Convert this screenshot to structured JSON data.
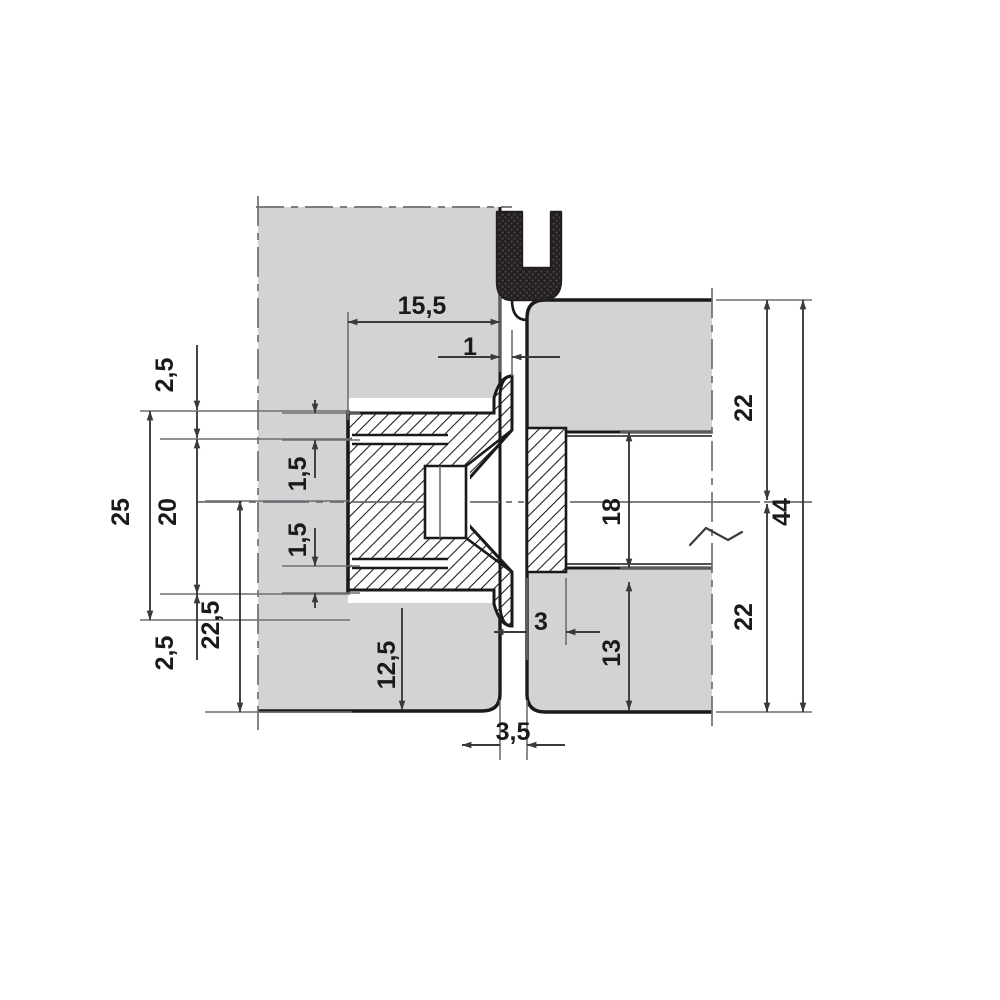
{
  "drawing": {
    "title": "Door hinge / mortise lock cross-section detail",
    "type": "technical-cross-section",
    "units": "mm",
    "background_color": "#ffffff",
    "body_fill": "#d2d3d5",
    "line_color": "#1a1a1a",
    "dim_line_color": "#58595b",
    "seal_color": "#231f20",
    "hatch_color": "#1a1a1a"
  },
  "dimensions": {
    "left_stack": [
      {
        "id": "dim-2-5-top",
        "value": "2,5",
        "orientation": "vertical"
      },
      {
        "id": "dim-25",
        "value": "25",
        "orientation": "vertical"
      },
      {
        "id": "dim-20",
        "value": "20",
        "orientation": "vertical"
      },
      {
        "id": "dim-22-5",
        "value": "22,5",
        "orientation": "vertical"
      },
      {
        "id": "dim-2-5-bottom",
        "value": "2,5",
        "orientation": "vertical"
      }
    ],
    "inner_left": [
      {
        "id": "dim-1-5-upper",
        "value": "1,5",
        "orientation": "vertical"
      },
      {
        "id": "dim-1-5-lower",
        "value": "1,5",
        "orientation": "vertical"
      }
    ],
    "horizontal_top": [
      {
        "id": "dim-15-5",
        "value": "15,5",
        "orientation": "horizontal"
      },
      {
        "id": "dim-1",
        "value": "1",
        "orientation": "horizontal"
      }
    ],
    "center": [
      {
        "id": "dim-12-5",
        "value": "12,5",
        "orientation": "vertical"
      },
      {
        "id": "dim-3",
        "value": "3",
        "orientation": "horizontal"
      },
      {
        "id": "dim-3-5",
        "value": "3,5",
        "orientation": "horizontal"
      },
      {
        "id": "dim-13",
        "value": "13",
        "orientation": "vertical"
      },
      {
        "id": "dim-18",
        "value": "18",
        "orientation": "vertical"
      }
    ],
    "right_stack": [
      {
        "id": "dim-22-upper",
        "value": "22",
        "orientation": "vertical"
      },
      {
        "id": "dim-22-lower",
        "value": "22",
        "orientation": "vertical"
      },
      {
        "id": "dim-44",
        "value": "44",
        "orientation": "vertical"
      }
    ]
  },
  "labels": {
    "d_2_5_top": "2,5",
    "d_25": "25",
    "d_20": "20",
    "d_22_5": "22,5",
    "d_2_5_bottom": "2,5",
    "d_1_5_upper": "1,5",
    "d_1_5_lower": "1,5",
    "d_15_5": "15,5",
    "d_1": "1",
    "d_12_5": "12,5",
    "d_3": "3",
    "d_3_5": "3,5",
    "d_13": "13",
    "d_18": "18",
    "d_22_upper": "22",
    "d_22_lower": "22",
    "d_44": "44"
  },
  "parts": [
    {
      "id": "door-leaf",
      "name": "door leaf panel (left, hatch-free grey body)"
    },
    {
      "id": "frame-jamb",
      "name": "door frame jamb (right grey body)"
    },
    {
      "id": "seal-gasket",
      "name": "rubber seal / gasket profile"
    },
    {
      "id": "hinge-cup",
      "name": "sectioned hinge cup / bearing sleeve (hatched)"
    },
    {
      "id": "pin-bore",
      "name": "tapered pin bore"
    },
    {
      "id": "sleeve-bore",
      "name": "cylindrical through bore in frame"
    },
    {
      "id": "break-symbol",
      "name": "break line symbol"
    }
  ]
}
